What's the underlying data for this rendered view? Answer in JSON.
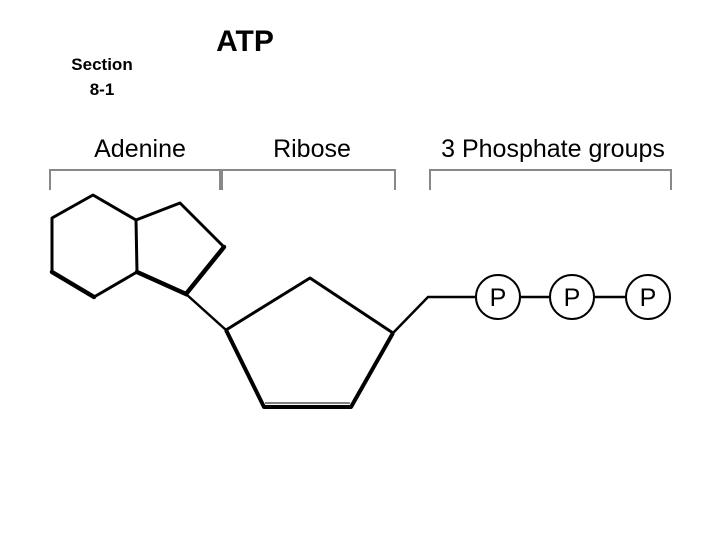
{
  "header": {
    "section_line1": "Section",
    "section_line2": "8-1",
    "title": "ATP"
  },
  "parts": {
    "adenine": "Adenine",
    "ribose": "Ribose",
    "phosphate": "3 Phosphate groups"
  },
  "phosphate_symbols": [
    "P",
    "P",
    "P"
  ]
}
